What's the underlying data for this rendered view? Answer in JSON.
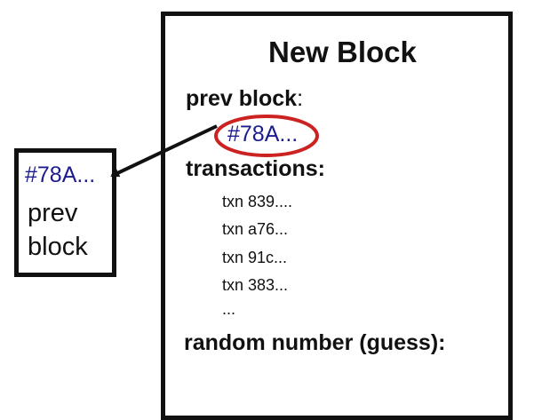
{
  "new_block": {
    "title": "New Block",
    "prev_block_label": "prev block",
    "prev_block_colon": ":",
    "prev_hash": "#78A...",
    "transactions_label": "transactions:",
    "transactions": [
      "txn 839....",
      "txn a76...",
      "txn 91c...",
      "txn 383...",
      "..."
    ],
    "random_label": "random number (guess):"
  },
  "prev_block_box": {
    "hash": "#78A...",
    "line1": "prev",
    "line2": "block"
  },
  "colors": {
    "hash_text": "#1c1c8f",
    "highlight_ellipse": "#cc2222",
    "outline": "#111111"
  }
}
